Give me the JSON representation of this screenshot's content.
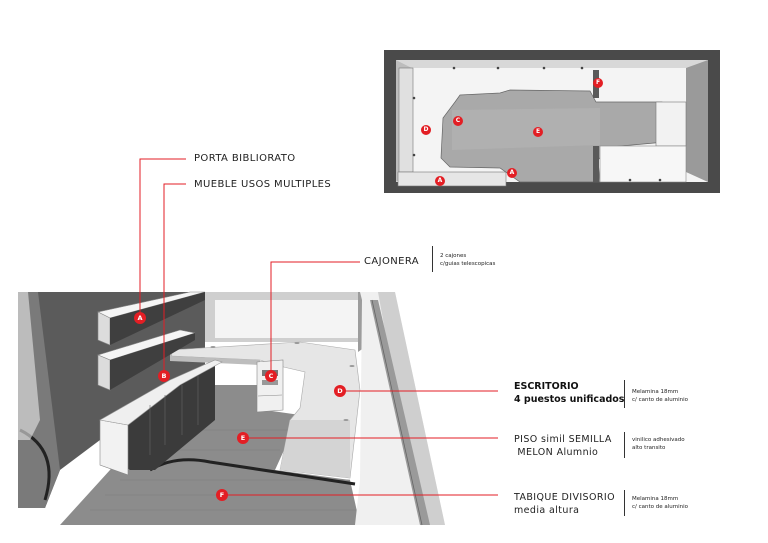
{
  "labels": {
    "porta": "PORTA BIBLIORATO",
    "mueble": "MUEBLE  USOS MULTIPLES",
    "cajonera": "CAJONERA",
    "cajonera_note_1": "2 cajones",
    "cajonera_note_2": "c/guias telescopicas",
    "escritorio_1": "ESCRITORIO",
    "escritorio_2": "4 puestos unificados",
    "escritorio_note_1": "Melamina 18mm",
    "escritorio_note_2": "c/ canto de aluminio",
    "piso_1": "PISO simil SEMILLA",
    "piso_2": " MELON Alumnio",
    "piso_note_1": "vinilico adhesivado",
    "piso_note_2": "alto transito",
    "tabique_1": "TABIQUE DIVISORIO",
    "tabique_2": "media altura",
    "tabique_note_1": "Melamina 18mm",
    "tabique_note_2": "c/ canto de aluminio"
  },
  "markers": {
    "a": "A",
    "b": "B",
    "c": "C",
    "d": "D",
    "e": "E",
    "f": "F"
  },
  "colors": {
    "accent": "#e31e24",
    "wall_dark": "#555555",
    "floor": "#8a8a8a",
    "desk": "#e8e8e8"
  }
}
